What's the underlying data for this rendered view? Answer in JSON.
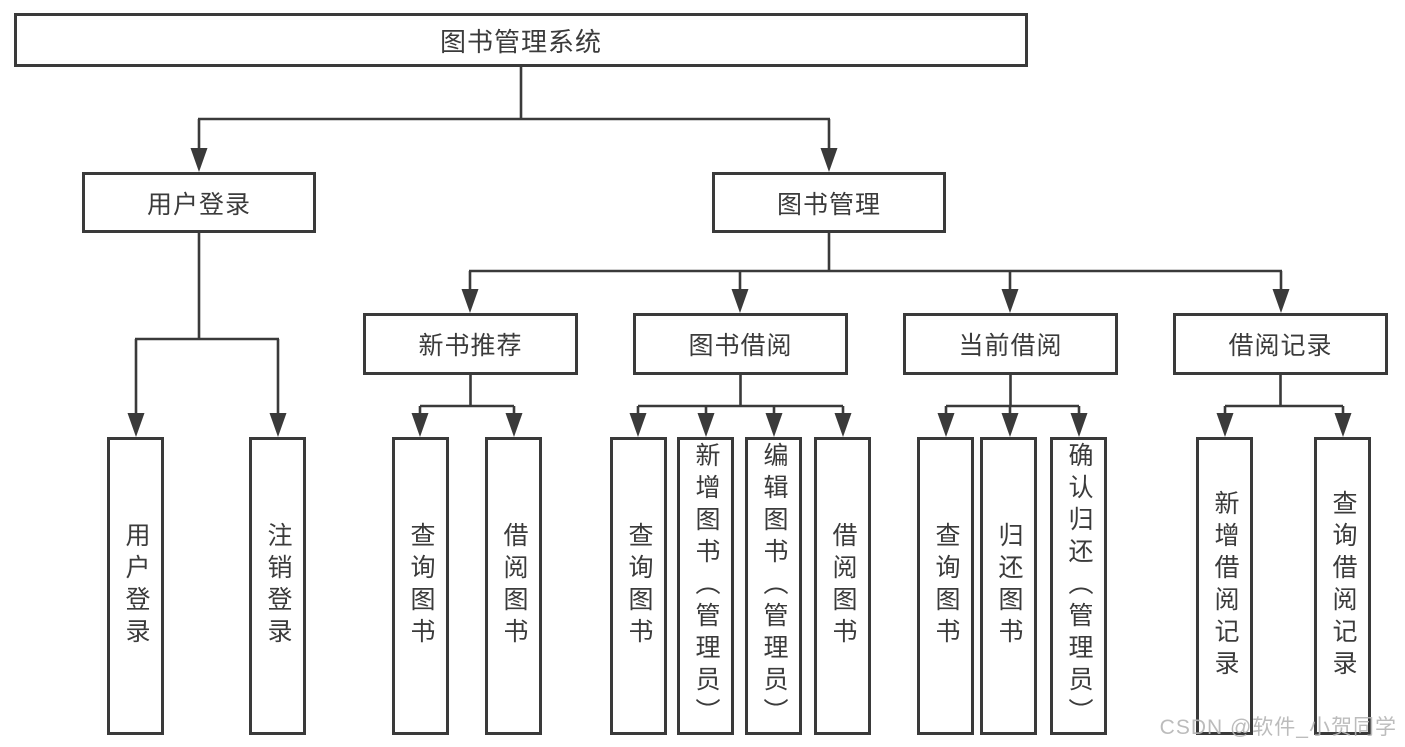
{
  "diagram": {
    "title": "图书管理系统",
    "colors": {
      "line": "#3a3a3a",
      "text": "#3b3b3b",
      "background": "#ffffff",
      "watermark": "#b6b6b6"
    },
    "root": {
      "label": "图书管理系统"
    },
    "user_login": {
      "label": "用户登录",
      "children": [
        {
          "label": "用户登录"
        },
        {
          "label": "注销登录"
        }
      ]
    },
    "book_mgmt": {
      "label": "图书管理",
      "children": [
        {
          "label": "新书推荐",
          "children": [
            {
              "label": "查询图书"
            },
            {
              "label": "借阅图书"
            }
          ]
        },
        {
          "label": "图书借阅",
          "children": [
            {
              "label": "查询图书"
            },
            {
              "label": "新增图书（管理员）"
            },
            {
              "label": "编辑图书（管理员）"
            },
            {
              "label": "借阅图书"
            }
          ]
        },
        {
          "label": "当前借阅",
          "children": [
            {
              "label": "查询图书"
            },
            {
              "label": "归还图书"
            },
            {
              "label": "确认归还（管理员）"
            }
          ]
        },
        {
          "label": "借阅记录",
          "children": [
            {
              "label": "新增借阅记录"
            },
            {
              "label": "查询借阅记录"
            }
          ]
        }
      ]
    },
    "watermark": "CSDN @软件_小贺同学"
  }
}
